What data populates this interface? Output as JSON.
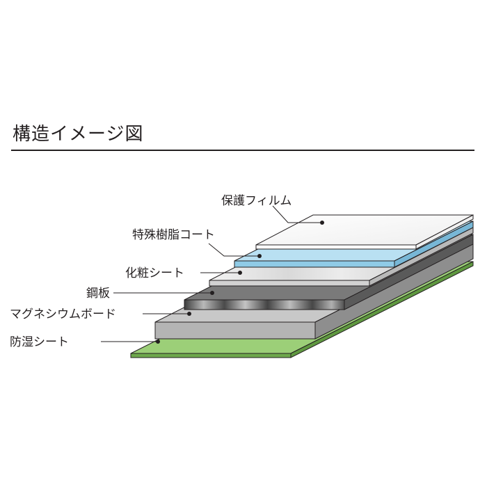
{
  "title": "構造イメージ図",
  "layers": [
    {
      "label": "保護フィルム"
    },
    {
      "label": "特殊樹脂コート"
    },
    {
      "label": "化粧シート"
    },
    {
      "label": "鋼板"
    },
    {
      "label": "マグネシウムボード"
    },
    {
      "label": "防湿シート"
    }
  ],
  "colors": {
    "protective_film": "#ffffff",
    "resin_coat": "#a9d8ee",
    "decor_sheet": "#e4e4e4",
    "steel_plate": "#6e6e6e",
    "magnesium_board": "#b4b4b4",
    "moisture_sheet": "#8cc56a",
    "ink": "#231f20"
  }
}
